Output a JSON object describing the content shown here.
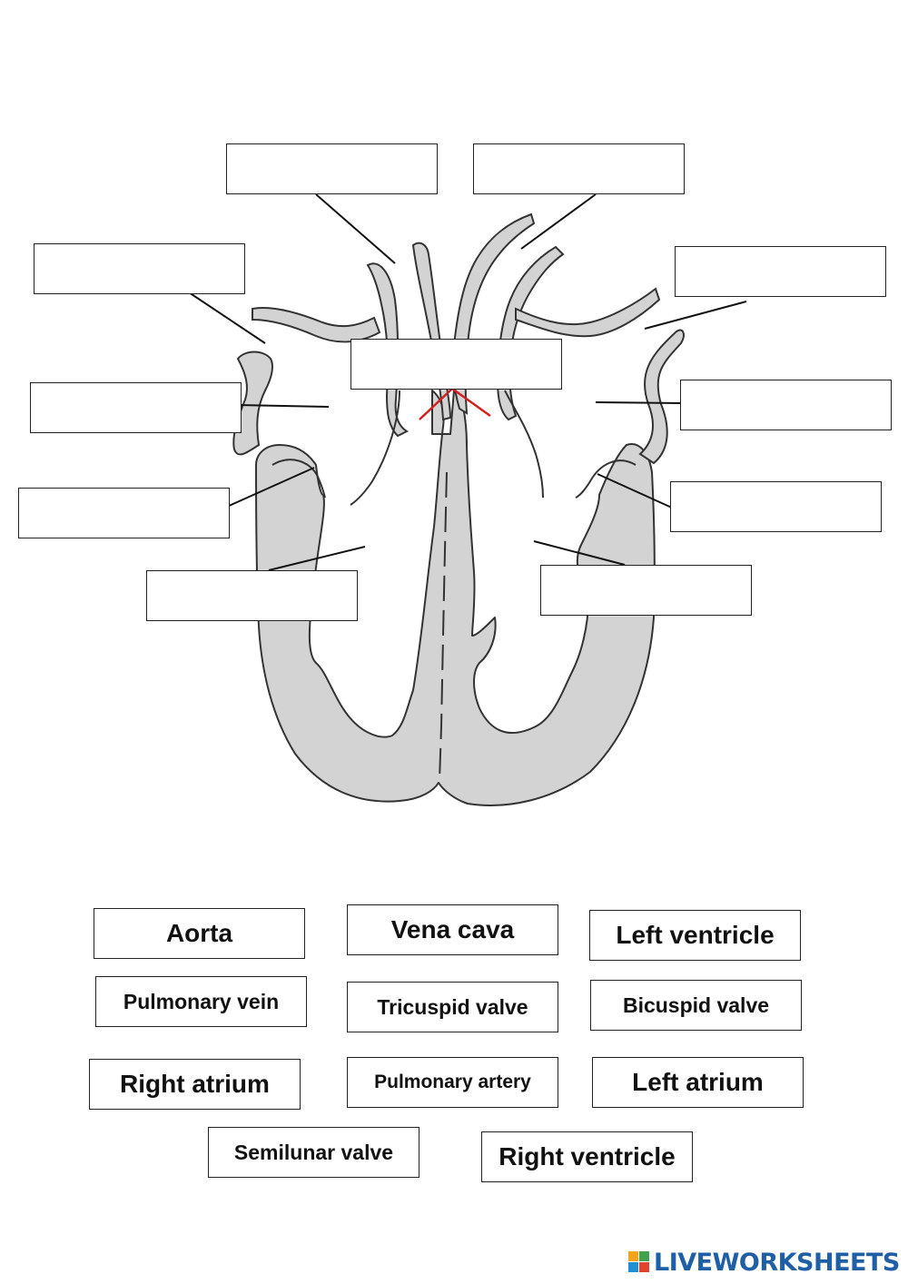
{
  "title": "",
  "answer_boxes": [
    {
      "id": "box-top-left",
      "value": ""
    },
    {
      "id": "box-top-right",
      "value": ""
    },
    {
      "id": "box-upper-left",
      "value": ""
    },
    {
      "id": "box-upper-right",
      "value": ""
    },
    {
      "id": "box-center",
      "value": ""
    },
    {
      "id": "box-mid-left",
      "value": ""
    },
    {
      "id": "box-mid-right",
      "value": ""
    },
    {
      "id": "box-lower-left",
      "value": ""
    },
    {
      "id": "box-lower-right",
      "value": ""
    },
    {
      "id": "box-bottom-left",
      "value": ""
    },
    {
      "id": "box-bottom-right",
      "value": ""
    }
  ],
  "word_bank": [
    "Aorta",
    "Vena cava",
    "Left ventricle",
    "Pulmonary vein",
    "Tricuspid valve",
    "Bicuspid valve",
    "Right atrium",
    "Pulmonary artery",
    "Left atrium",
    "Semilunar valve",
    "Right ventricle"
  ],
  "brand": {
    "name": "LIVEWORKSHEETS",
    "color": "#1f5fa6"
  },
  "colors": {
    "heart_fill": "#d3d3d3",
    "outline": "#333333",
    "highlight_line": "#d42020"
  }
}
